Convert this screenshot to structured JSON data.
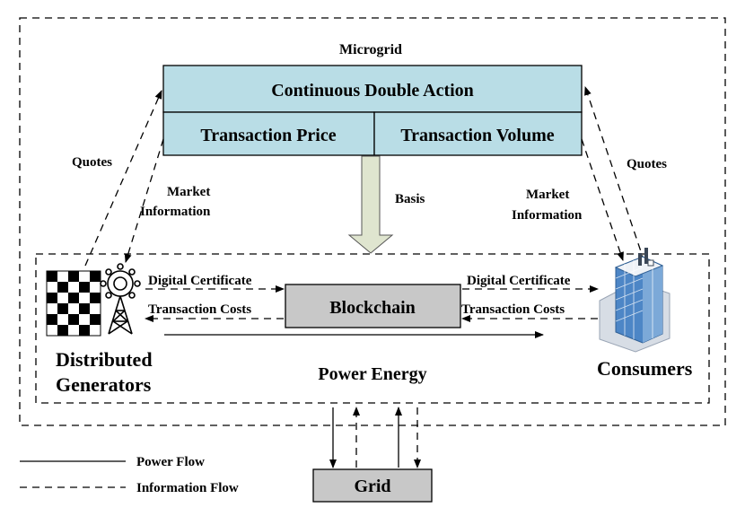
{
  "microgrid": {
    "label": "Microgrid"
  },
  "auction": {
    "title": "Continuous Double Action",
    "price_label": "Transaction Price",
    "volume_label": "Transaction Volume"
  },
  "flows": {
    "quotes_left": "Quotes",
    "quotes_right": "Quotes",
    "market_left_1": "Market",
    "market_left_2": "Information",
    "market_right_1": "Market",
    "market_right_2": "Information",
    "basis": "Basis",
    "digital_cert_left": "Digital Certificate",
    "digital_cert_right": "Digital Certificate",
    "trans_costs_left": "Transaction Costs",
    "trans_costs_right": "Transaction Costs",
    "power_energy": "Power Energy"
  },
  "blockchain": {
    "label": "Blockchain"
  },
  "generators": {
    "label_1": "Distributed",
    "label_2": "Generators"
  },
  "consumers": {
    "label": "Consumers"
  },
  "grid": {
    "label": "Grid"
  },
  "legend": {
    "power_flow": "Power Flow",
    "information_flow": "Information Flow"
  },
  "colors": {
    "auction_fill": "#b9dde6",
    "gray_box": "#c8c8c8",
    "basis_arrow": "#dfe5cf",
    "building_blue": "#4d86c6"
  }
}
